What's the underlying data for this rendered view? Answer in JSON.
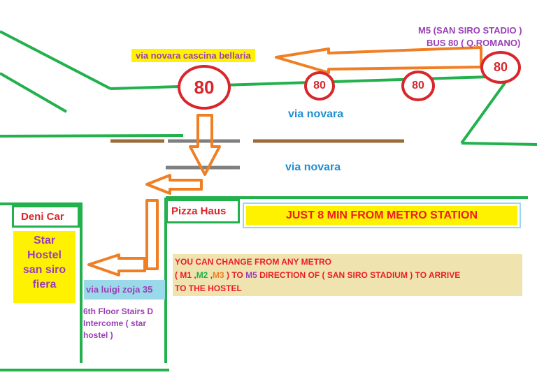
{
  "labels": {
    "metro_line": "M5 (SAN SIRO STADIO )",
    "bus_line": "BUS 80 ( Q.ROMANO)",
    "cascina": "via novara cascina bellaria",
    "street_top": "via novara",
    "street_bottom": "via novara",
    "pizza_haus": "Pizza Haus",
    "deni_car": "Deni Car",
    "banner": "JUST 8 MIN FROM METRO STATION",
    "hostel_name_1": "Star",
    "hostel_name_2": "Hostel",
    "hostel_name_3": "san siro",
    "hostel_name_4": "fiera",
    "address": "via luigi zoja 35",
    "floor_1": "6th Floor Stairs D",
    "floor_2": "Intercome ( star",
    "floor_3": "hostel )"
  },
  "instructions": {
    "line1": "YOU CAN CHANGE FROM ANY  METRO",
    "line2_open": "( ",
    "m1": "M1",
    "comma1": " ,",
    "m2": "M2",
    "comma2": " ,",
    "m3": "M3",
    "line2_mid": " ) TO ",
    "m5": "M5",
    "line2_end": " DIRECTION OF ( SAN SIRO STADIUM ) TO ARRIVE",
    "line3": "TO THE HOSTEL"
  },
  "bus_stops": [
    "80",
    "80",
    "80",
    "80"
  ],
  "colors": {
    "road_green": "#22b14c",
    "bus_stop_red": "#d9262c",
    "arrow_orange": "#f07f24",
    "street_blue": "#1f8fd1",
    "label_purple": "#9a3fb5",
    "highlight_yellow": "#fff200",
    "address_bg": "#99d9ea",
    "instruction_bg": "#efe4b0",
    "text_red": "#ed1c24",
    "m2_green": "#22b14c",
    "m3_orange": "#f07f24",
    "road_brown": "#9c6b3a",
    "road_gray": "#7f7f7f"
  }
}
